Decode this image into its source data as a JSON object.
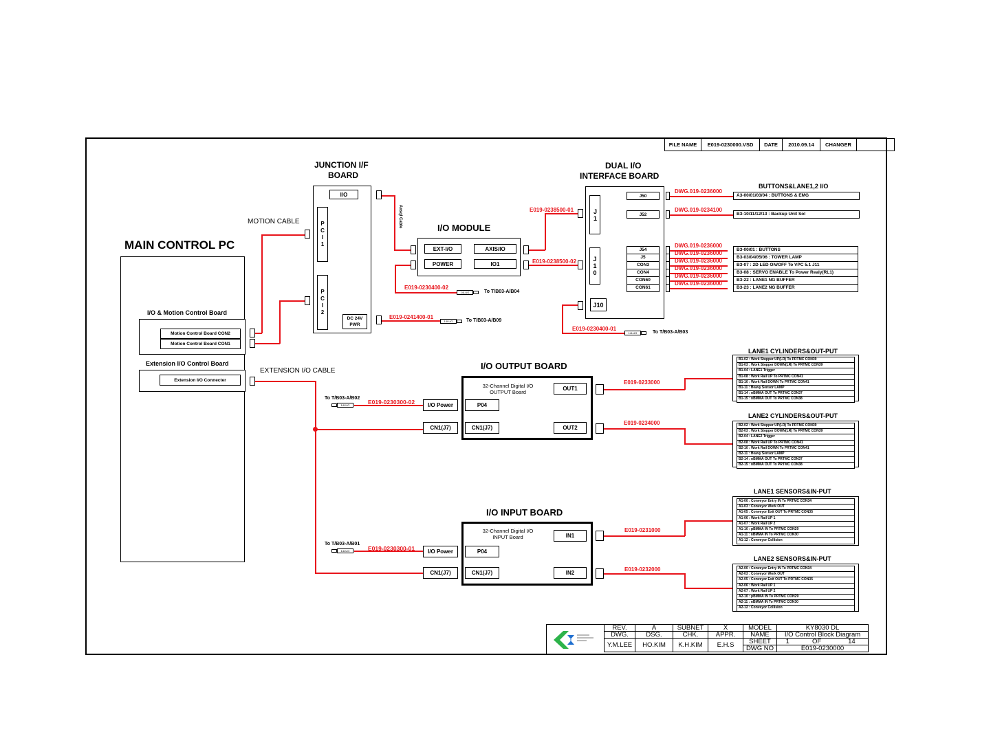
{
  "header": {
    "file_name_label": "FILE NAME",
    "file_name_value": "E019-0230000.VSD",
    "date_label": "DATE",
    "date_value": "2010.09.14",
    "changer_label": "CHANGER",
    "changer_value": ""
  },
  "main_pc": {
    "title": "MAIN CONTROL PC",
    "io_motion_board": "I/O & Motion Control Board",
    "con2": "Motion Control Board CON2",
    "con1": "Motion Control Board CON1",
    "ext_board": "Extension I/O Control Board",
    "ext_connector": "Extension I/O Connecter"
  },
  "cables": {
    "motion": "MOTION CABLE",
    "extension": "EXTENSION I/O CABLE",
    "axis": "Axsql Cable"
  },
  "junction": {
    "title_line1": "JUNCTION I/F",
    "title_line2": "BOARD",
    "io": "I/O",
    "pci1": "PCI1",
    "pci2": "PCI2",
    "dc_line1": "DC 24V",
    "dc_line2": "PWR",
    "dc_cable": "E019-0241400-01",
    "dc_dest": "To T/B03-A/B09"
  },
  "io_module": {
    "title": "I/O MODULE",
    "ext_io": "EXT-I/O",
    "axis_io": "AXIS/IO",
    "power": "POWER",
    "io1": "IO1",
    "power_cable": "E019-0230400-02",
    "power_dest": "To T/B03-A/B04",
    "axis_cable": "E019-0238500-01",
    "io1_cable": "E019-0238500-02"
  },
  "dual_io": {
    "title_line1": "DUAL I/O",
    "title_line2": "INTERFACE BOARD",
    "j1": "J1",
    "j10v": "J10",
    "j10": "J10",
    "ports": [
      "J50",
      "J52",
      "J54",
      "J5",
      "CON3",
      "CON4",
      "CON60",
      "CON61"
    ],
    "j10_cable": "E019-0230400-01",
    "j10_dest": "To T/B03-A/B03"
  },
  "buttons": {
    "title": "BUTTONS&LANE1,2 I/O",
    "rows": [
      {
        "dwg": "DWG.019-0236000",
        "text": "A3-00/01/03/04 : BUTTONS & EMG"
      },
      {
        "dwg": "DWG.019-0234100",
        "text": "B3-10/11/12/13 : Backup Unit Sol"
      },
      {
        "dwg": "DWG.019-0236000",
        "text": "B3-00/01 : BUTTONS"
      },
      {
        "dwg": "DWG.019-0236000",
        "text": "B3-03/04/05/06 : TOWER LAMP"
      },
      {
        "dwg": "DWG.019-0236000",
        "text": "B3-07 : 2D LED ON/OFF To VPC 5.1 J11"
      },
      {
        "dwg": "DWG.019-0236000",
        "text": "B3-08 : SERVO ENABLE To Power Realy(RL1)"
      },
      {
        "dwg": "DWG.019-0236000",
        "text": "B3-22 : LANE1 NG BUFFER"
      },
      {
        "dwg": "DWG.019-0236000",
        "text": "B3-23 : LANE2 NG BUFFER"
      }
    ]
  },
  "output_board": {
    "title": "I/O OUTPUT BOARD",
    "desc_line1": "32-Channel Digital I/O",
    "desc_line2": "OUTPUT Board",
    "out1": "OUT1",
    "out2": "OUT2",
    "p04": "P04",
    "cn1_inner": "CN1(J7)",
    "cn1_outer": "CN1(J7)",
    "io_power": "I/O Power",
    "power_cable": "E019-0230300-02",
    "power_dest": "To T/B03-A/B02",
    "out1_cable": "E019-0233000",
    "out2_cable": "E019-0234000"
  },
  "input_board": {
    "title": "I/O INPUT BOARD",
    "desc_line1": "32-Channel Digital I/O",
    "desc_line2": "INPUT Board",
    "in1": "IN1",
    "in2": "IN2",
    "p04": "P04",
    "cn1_inner": "CN1(J7)",
    "cn1_outer": "CN1(J7)",
    "io_power": "I/O Power",
    "power_cable": "E019-0230300-01",
    "power_dest": "To T/B03-A/B01",
    "in1_cable": "E019-0231000",
    "in2_cable": "E019-0232000"
  },
  "plug_label": "14LUG",
  "lanes": [
    {
      "title": "LANE1 CYLINDERS&OUT-PUT",
      "rows": [
        "B1-02 : Work Stopper UP(LR) To PRTMC CON39",
        "B1-03 : Work Stopper DOWN(LR) To PRTMC CON39",
        "B1-04 : LANE1 Trigger",
        "B1-08 : Work Rail UP To PRTMC CON41",
        "B1-10 : Work Rail DOWN To PRTMC CON41",
        "B1-11 : Heavy Sensor LAMP",
        "B1-14 : nBMMA OUT To PRTMC CON37",
        "B1-15 : nBMMA OUT To PRTMC CON38"
      ]
    },
    {
      "title": "LANE2 CYLINDERS&OUT-PUT",
      "rows": [
        "B2-02 : Work Stopper UP(LR) To PRTMC CON39",
        "B2-03 : Work Stopper DOWN(LR) To PRTMC CON39",
        "B2-04 : LANE2 Trigger",
        "B2-08 : Work Rail UP To PRTMC CON41",
        "B2-10 : Work Rail DOWN To PRTMC CON41",
        "B2-11 : Heavy Sensor LAMP",
        "B2-14 : nBMMA OUT To PRTMC CON37",
        "B2-15 : nBMMA OUT To PRTMC CON38"
      ]
    },
    {
      "title": "LANE1 SENSORS&IN-PUT",
      "rows": [
        "A1-00 : Conveyor Entry IN To PRTMC CON34",
        "A1-03 : Conveyor Work OUT",
        "A1-05 : Conveyor Exit OUT To PRTMC CON35",
        "A1-06 : Work Rail UP 1",
        "A1-07 : Work Rail UP 2",
        "A1-10 : pBMMA IN To PRTMC CON29",
        "A1-11 : nBMMA IN To PRTMC CON30",
        "A1-12 : Conveyor Collision"
      ]
    },
    {
      "title": "LANE2 SENSORS&IN-PUT",
      "rows": [
        "A2-00 : Conveyor Entry IN To PRTMC CON34",
        "A2-03 : Conveyor Work OUT",
        "A2-05 : Conveyor Exit OUT To PRTMC CON35",
        "A2-06 : Work Rail UP 1",
        "A2-07 : Work Rail UP 2",
        "A2-10 : pBMMA IN To PRTMC CON29",
        "A2-11 : nBMMA IN To PRTMC CON30",
        "A2-12 : Conveyor Collision"
      ]
    }
  ],
  "title_block": {
    "rev_label": "REV.",
    "rev_value": "A",
    "subnet_label": "SUBNET",
    "subnet_value": "X",
    "model_label": "MODEL",
    "model_value": "KY8030 DL",
    "dwg_label": "DWG.",
    "dsg_label": "DSG.",
    "chk_label": "CHK.",
    "appr_label": "APPR.",
    "name_label": "NAME",
    "name_value": "I/O Control Block Diagram",
    "dwg_value": "Y.M.LEE",
    "dsg_value": "HO.KIM",
    "chk_value": "K.H.KIM",
    "appr_value": "E.H.S",
    "sheet_label": "SHEET",
    "sheet_num": "1",
    "sheet_of": "OF",
    "sheet_total": "14",
    "dwgno_label": "DWG NO",
    "dwgno_value": "E019-0230000"
  },
  "colors": {
    "wire": "#e8141b",
    "ink": "#000000",
    "logo_green": "#2db34a",
    "logo_blue": "#1f6fd0"
  }
}
